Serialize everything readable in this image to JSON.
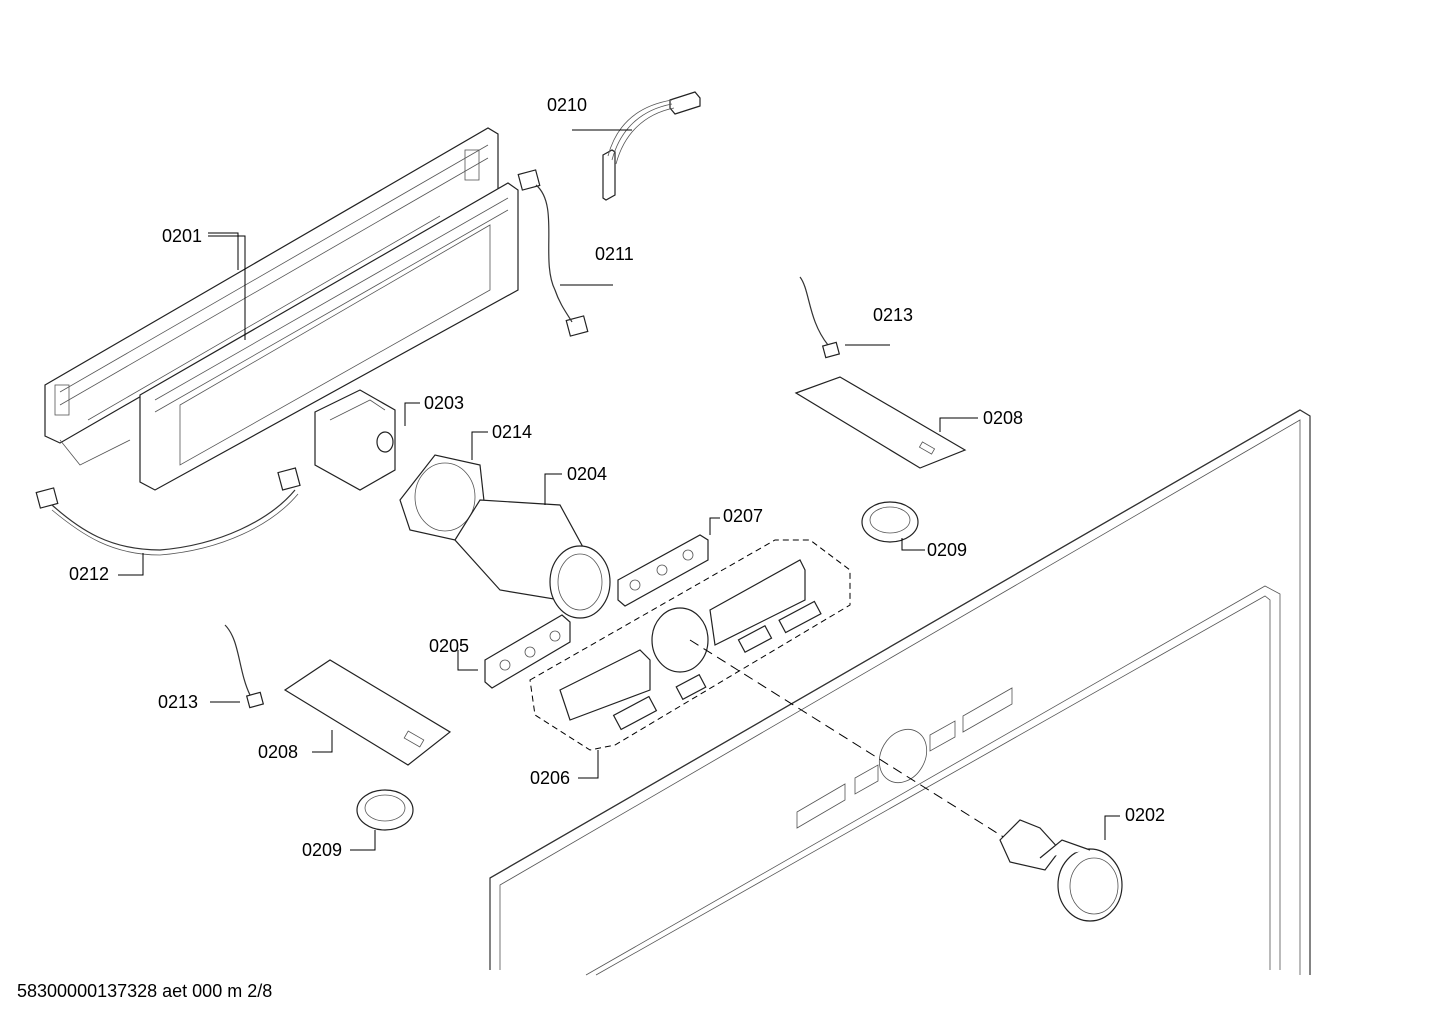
{
  "callouts": {
    "c0201": "0201",
    "c0202": "0202",
    "c0203": "0203",
    "c0204": "0204",
    "c0205": "0205",
    "c0206": "0206",
    "c0207": "0207",
    "c0208_top": "0208",
    "c0208_bottom": "0208",
    "c0209_top": "0209",
    "c0209_bottom": "0209",
    "c0210": "0210",
    "c0211": "0211",
    "c0212": "0212",
    "c0213_top": "0213",
    "c0213_bottom": "0213",
    "c0214": "0214"
  },
  "footer": {
    "doc_id": "58300000137328 aet 000 m 2/8"
  }
}
